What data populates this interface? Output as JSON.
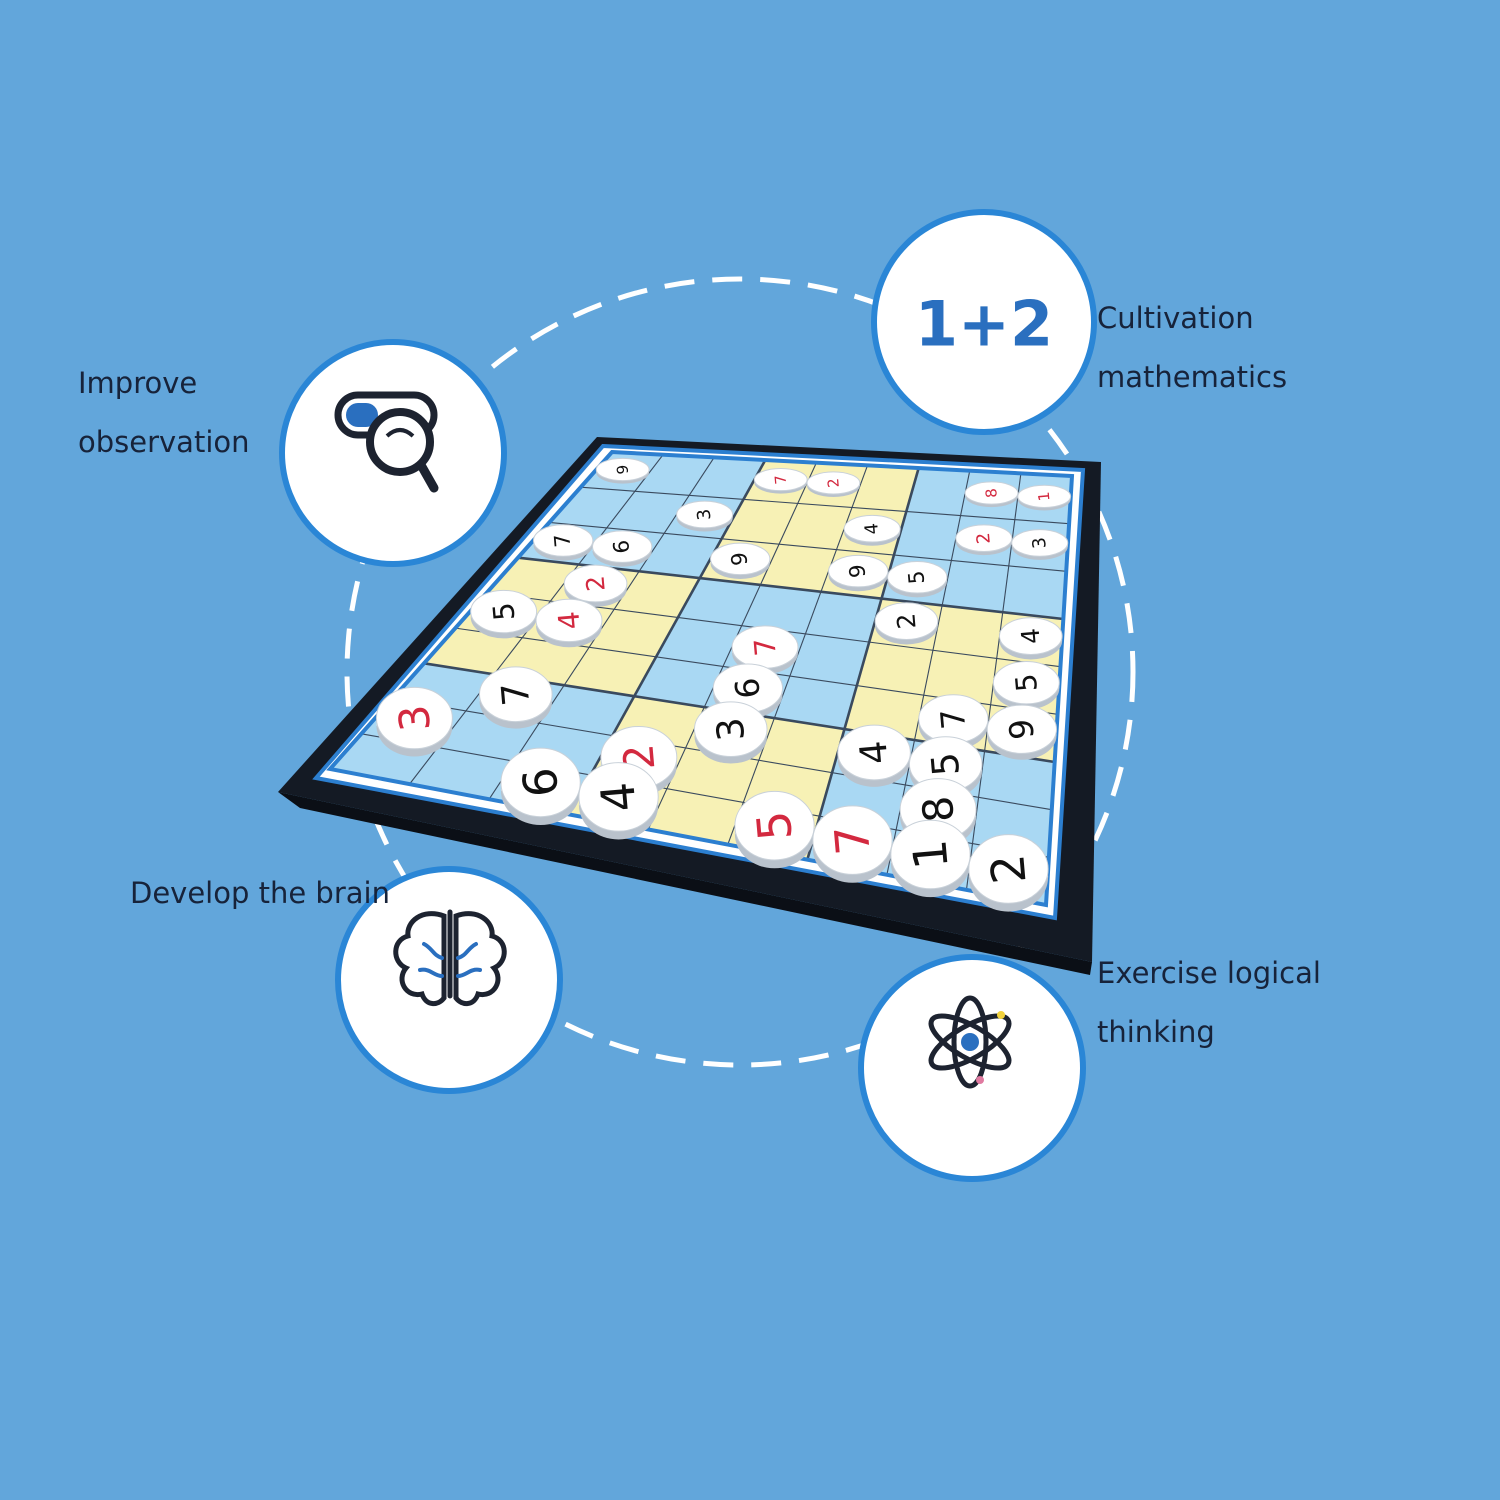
{
  "colors": {
    "background": "#62a6db",
    "badge_ring": "#2a86d6",
    "badge_fill": "#ffffff",
    "dash_ring": "#ffffff",
    "board_frame": "#141a24",
    "board_border": "#2c7fd0",
    "cell_blue": "#a9d8f3",
    "cell_yellow": "#f7f1b5",
    "tile_face": "#ffffff",
    "digit_black": "#111111",
    "digit_red": "#d3293f",
    "icon_blue": "#2a6fbf",
    "text": "#17233a"
  },
  "features": [
    {
      "id": "observation",
      "icon": "magnifier-toggle-icon",
      "lines": [
        "Improve",
        "observation"
      ]
    },
    {
      "id": "math",
      "icon": "one-plus-two-icon",
      "badge_text": "1+2",
      "lines": [
        "Cultivation",
        "mathematics"
      ]
    },
    {
      "id": "brain",
      "icon": "brain-icon",
      "lines": [
        "Develop the brain"
      ]
    },
    {
      "id": "logic",
      "icon": "atom-icon",
      "lines": [
        "Exercise logical",
        "thinking"
      ]
    }
  ],
  "board": {
    "size": 9,
    "block_pattern": [
      [
        "blue",
        "yellow",
        "blue"
      ],
      [
        "yellow",
        "blue",
        "yellow"
      ],
      [
        "blue",
        "yellow",
        "blue"
      ]
    ],
    "tiles": [
      {
        "r": 0,
        "c": 0,
        "d": "9",
        "color": "black"
      },
      {
        "r": 0,
        "c": 3,
        "d": "7",
        "color": "red"
      },
      {
        "r": 0,
        "c": 4,
        "d": "2",
        "color": "red"
      },
      {
        "r": 0,
        "c": 7,
        "d": "8",
        "color": "red"
      },
      {
        "r": 0,
        "c": 8,
        "d": "1",
        "color": "red"
      },
      {
        "r": 1,
        "c": 2,
        "d": "3",
        "color": "black"
      },
      {
        "r": 1,
        "c": 5,
        "d": "4",
        "color": "black"
      },
      {
        "r": 1,
        "c": 7,
        "d": "2",
        "color": "red"
      },
      {
        "r": 1,
        "c": 8,
        "d": "3",
        "color": "black"
      },
      {
        "r": 2,
        "c": 0,
        "d": "7",
        "color": "black"
      },
      {
        "r": 2,
        "c": 1,
        "d": "6",
        "color": "black"
      },
      {
        "r": 2,
        "c": 3,
        "d": "9",
        "color": "black"
      },
      {
        "r": 2,
        "c": 5,
        "d": "9",
        "color": "black"
      },
      {
        "r": 2,
        "c": 6,
        "d": "5",
        "color": "black"
      },
      {
        "r": 3,
        "c": 1,
        "d": "2",
        "color": "red"
      },
      {
        "r": 3,
        "c": 6,
        "d": "2",
        "color": "black"
      },
      {
        "r": 3,
        "c": 8,
        "d": "4",
        "color": "black"
      },
      {
        "r": 4,
        "c": 0,
        "d": "5",
        "color": "black"
      },
      {
        "r": 4,
        "c": 1,
        "d": "4",
        "color": "red"
      },
      {
        "r": 4,
        "c": 4,
        "d": "7",
        "color": "red"
      },
      {
        "r": 4,
        "c": 8,
        "d": "5",
        "color": "black"
      },
      {
        "r": 5,
        "c": 4,
        "d": "6",
        "color": "black"
      },
      {
        "r": 5,
        "c": 7,
        "d": "7",
        "color": "black"
      },
      {
        "r": 5,
        "c": 8,
        "d": "9",
        "color": "black"
      },
      {
        "r": 6,
        "c": 1,
        "d": "7",
        "color": "black"
      },
      {
        "r": 6,
        "c": 4,
        "d": "3",
        "color": "black"
      },
      {
        "r": 6,
        "c": 6,
        "d": "4",
        "color": "black"
      },
      {
        "r": 6,
        "c": 7,
        "d": "5",
        "color": "black"
      },
      {
        "r": 7,
        "c": 0,
        "d": "3",
        "color": "red"
      },
      {
        "r": 7,
        "c": 3,
        "d": "2",
        "color": "red"
      },
      {
        "r": 7,
        "c": 7,
        "d": "8",
        "color": "black"
      },
      {
        "r": 8,
        "c": 2,
        "d": "6",
        "color": "black"
      },
      {
        "r": 8,
        "c": 3,
        "d": "4",
        "color": "black"
      },
      {
        "r": 8,
        "c": 5,
        "d": "5",
        "color": "red"
      },
      {
        "r": 8,
        "c": 6,
        "d": "7",
        "color": "red"
      },
      {
        "r": 8,
        "c": 7,
        "d": "1",
        "color": "black"
      },
      {
        "r": 8,
        "c": 8,
        "d": "2",
        "color": "black"
      }
    ]
  }
}
